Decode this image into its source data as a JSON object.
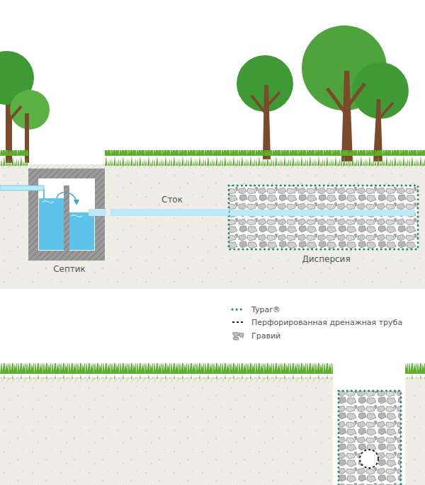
{
  "diagram": {
    "nodes": [
      {
        "text": [
          "Септик"
        ]
      },
      {
        "text": [
          "Дисперсия"
        ]
      }
    ],
    "edges": [
      {
        "from": 0,
        "to": 1,
        "arrow": "none",
        "label": "Сток"
      }
    ],
    "legend": [
      {
        "text": "Typar®"
      },
      {
        "text": "Перфорированная дренажная труба"
      },
      {
        "text": "Гравий"
      }
    ]
  }
}
